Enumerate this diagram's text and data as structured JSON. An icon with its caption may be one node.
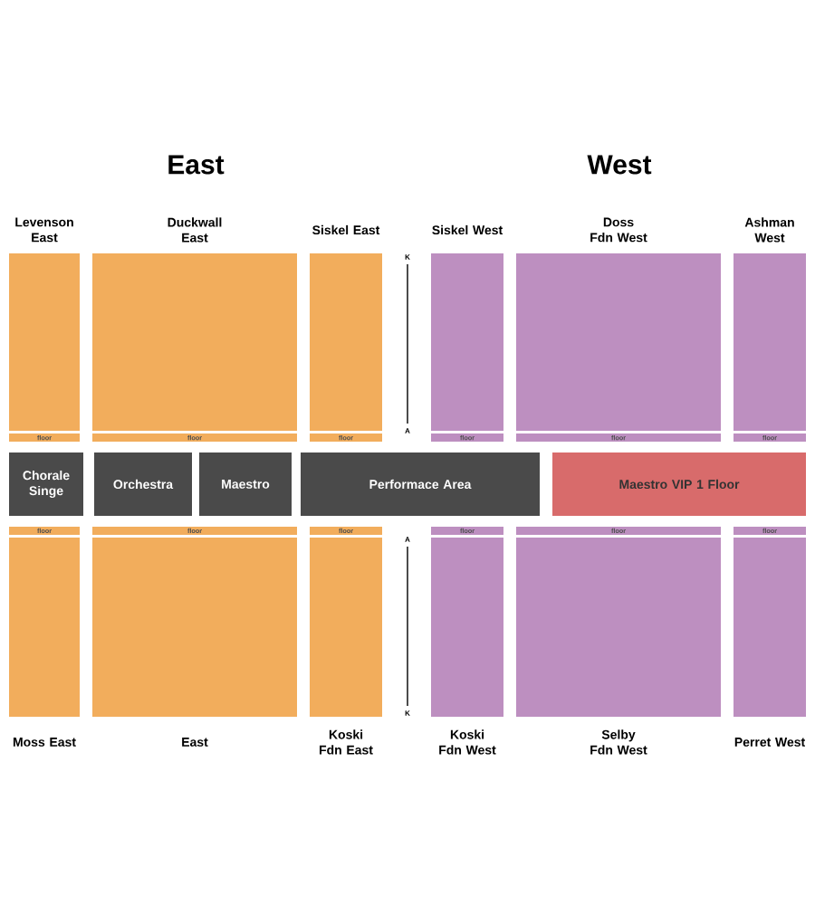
{
  "diagram": {
    "nodes": [
      {
        "text": [
          "Levenson East"
        ]
      },
      {
        "text": [
          "Duckwall East"
        ]
      },
      {
        "text": [
          "Siskel East"
        ]
      },
      {
        "text": [
          "Siskel West"
        ]
      },
      {
        "text": [
          "Doss Fdn West"
        ]
      },
      {
        "text": [
          "Ashman West"
        ]
      },
      {
        "text": [
          "floor"
        ]
      },
      {
        "text": [
          "floor"
        ]
      },
      {
        "text": [
          "floor"
        ]
      },
      {
        "text": [
          "floor"
        ]
      },
      {
        "text": [
          "floor"
        ]
      },
      {
        "text": [
          "floor"
        ]
      },
      {
        "text": [
          "Chorale Singe"
        ]
      },
      {
        "text": [
          "Orchestra"
        ]
      },
      {
        "text": [
          "Maestro"
        ]
      },
      {
        "text": [
          "Performace Area"
        ]
      },
      {
        "text": [
          "Maestro VIP 1 Floor"
        ]
      },
      {
        "text": [
          "floor"
        ]
      },
      {
        "text": [
          "floor"
        ]
      },
      {
        "text": [
          "floor"
        ]
      },
      {
        "text": [
          "floor"
        ]
      },
      {
        "text": [
          "floor"
        ]
      },
      {
        "text": [
          "floor"
        ]
      },
      {
        "text": [
          "Moss East"
        ]
      },
      {
        "text": [
          "East"
        ]
      },
      {
        "text": [
          "Koski Fdn East"
        ]
      },
      {
        "text": [
          "Koski Fdn West"
        ]
      },
      {
        "text": [
          "Selby Fdn West"
        ]
      },
      {
        "text": [
          "Perret West"
        ]
      }
    ],
    "labels": [
      "East",
      "West",
      "K",
      "A",
      "A",
      "K"
    ]
  }
}
